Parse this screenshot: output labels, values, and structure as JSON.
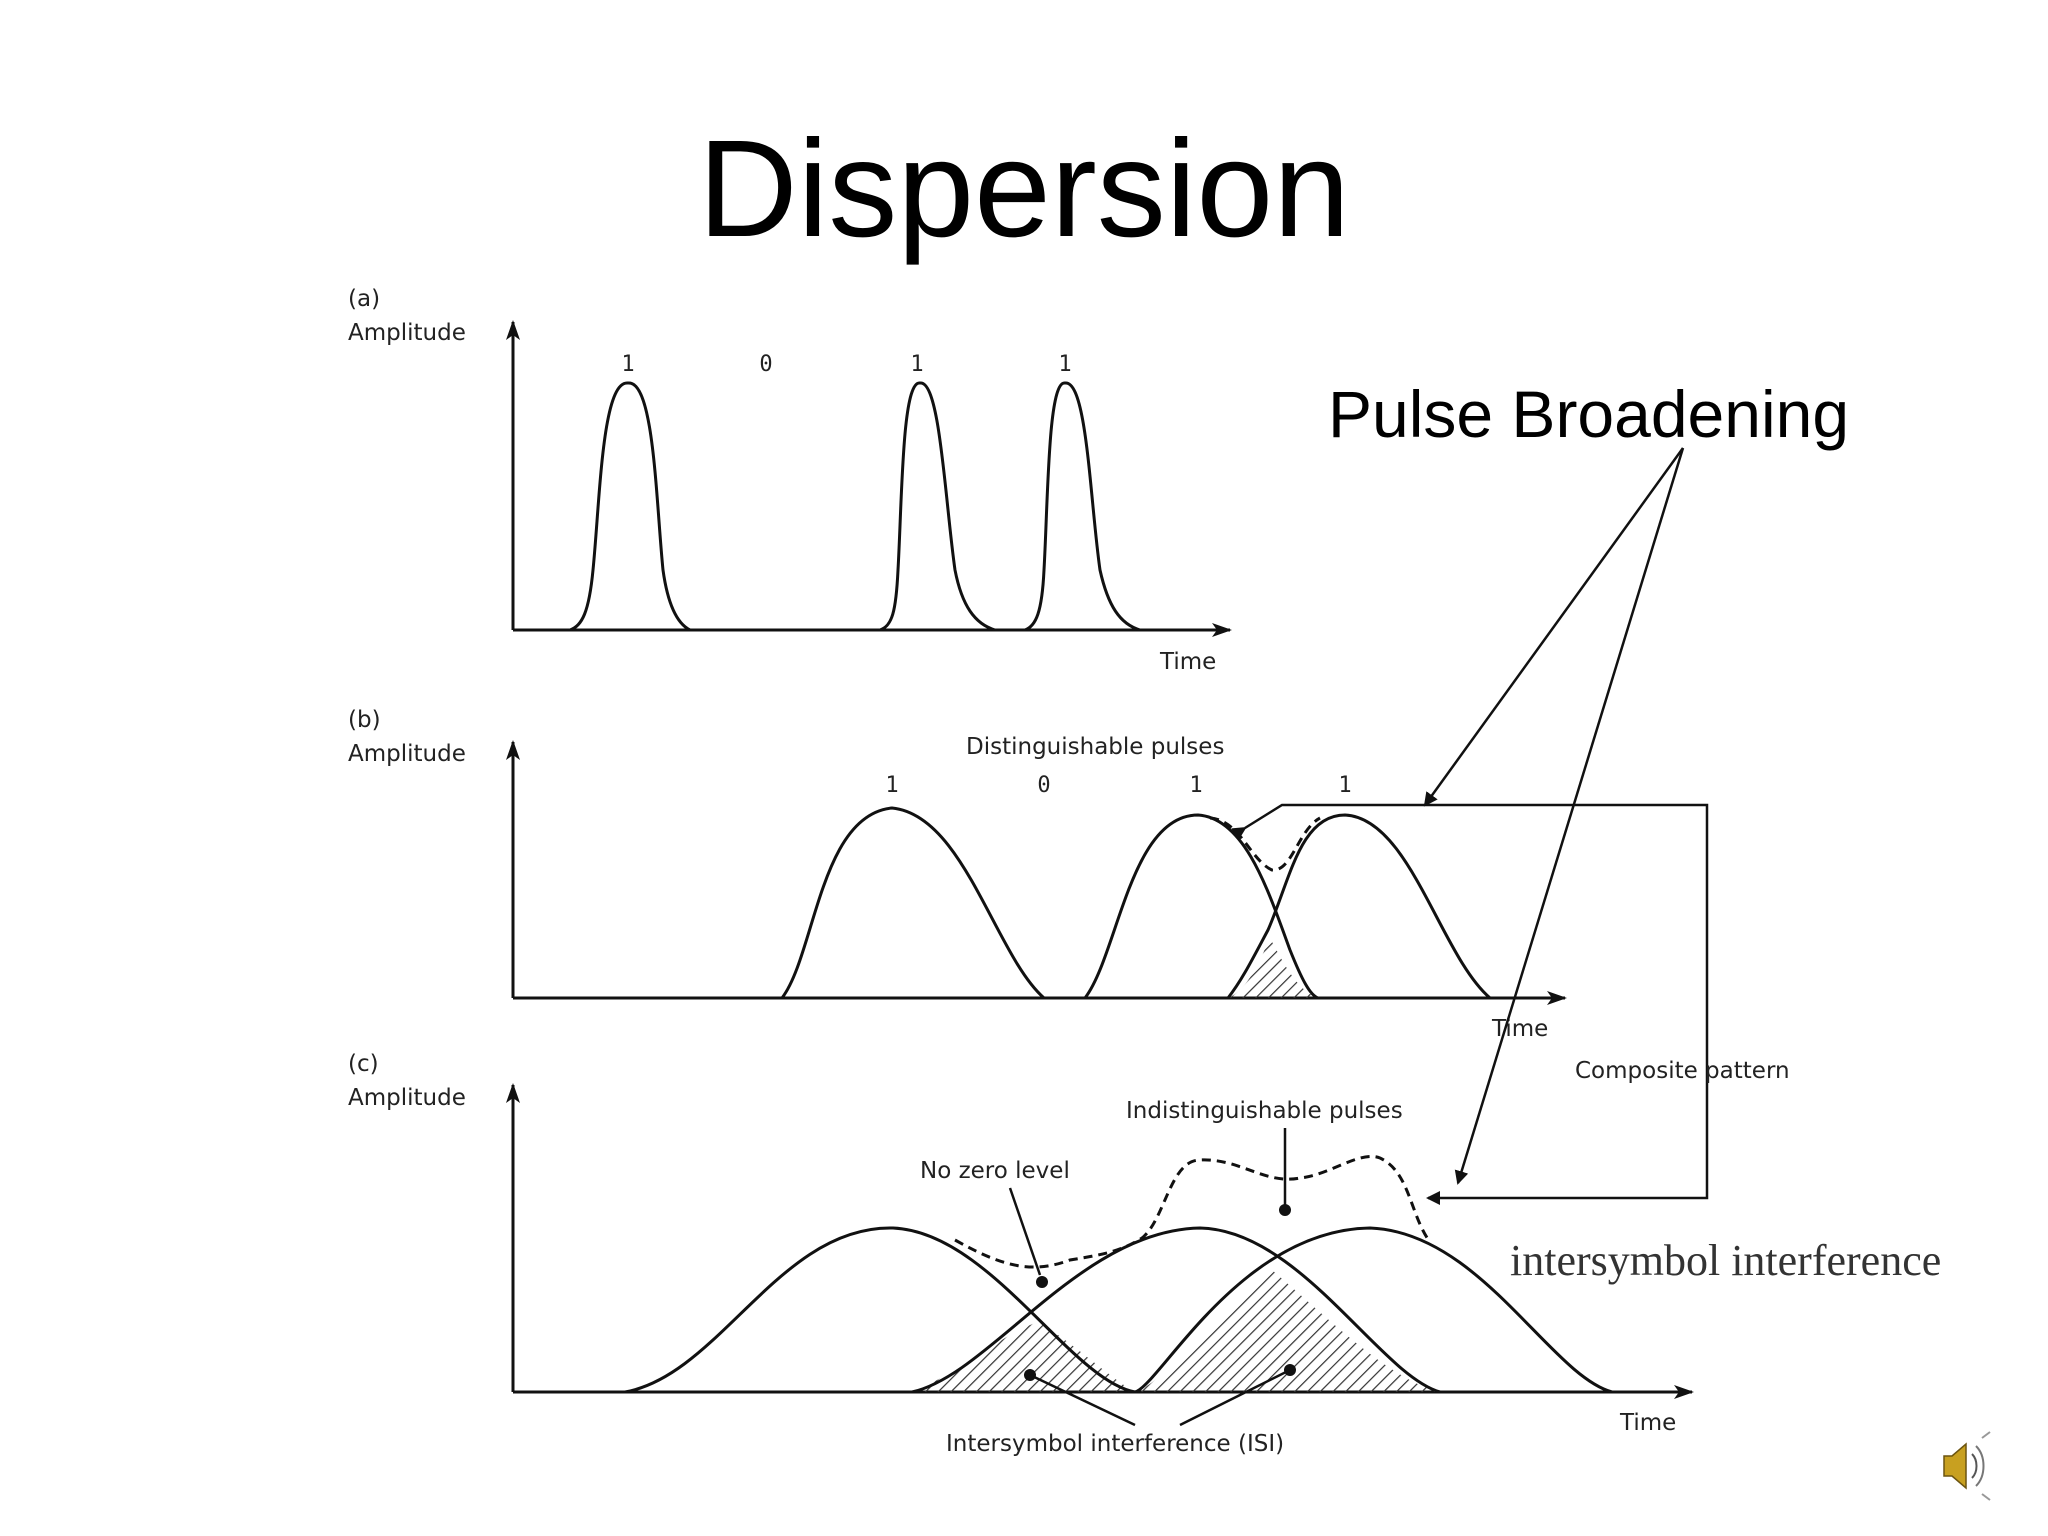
{
  "slide": {
    "title": "Dispersion",
    "callout": "Pulse Broadening",
    "isi_note": "intersymbol interference",
    "speaker_icon": "speaker-icon"
  },
  "panels": {
    "a": {
      "label": "(a)",
      "y_label": "Amplitude",
      "x_label": "Time",
      "bits": [
        "1",
        "0",
        "1",
        "1"
      ]
    },
    "b": {
      "label": "(b)",
      "y_label": "Amplitude",
      "x_label": "Time",
      "bits": [
        "1",
        "0",
        "1",
        "1"
      ],
      "note_distinguishable": "Distinguishable pulses",
      "note_composite": "Composite pattern"
    },
    "c": {
      "label": "(c)",
      "y_label": "Amplitude",
      "x_label": "Time",
      "note_indistinguishable": "Indistinguishable pulses",
      "note_no_zero": "No zero level",
      "note_isi": "Intersymbol interference (ISI)"
    }
  },
  "colors": {
    "ink": "#111111",
    "hatch": "#333333",
    "speaker_body": "#c8a020"
  }
}
